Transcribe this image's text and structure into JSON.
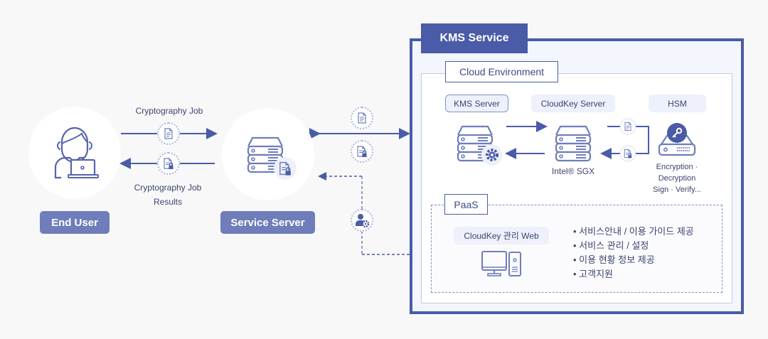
{
  "end_user": {
    "label": "End User",
    "icon": "user-laptop-icon"
  },
  "flow_left": {
    "request_label": "Cryptography Job",
    "response_label_line1": "Cryptography Job",
    "response_label_line2": "Results",
    "request_icon": "document-icon",
    "response_icon": "locked-document-icon"
  },
  "service_server": {
    "label": "Service Server",
    "icon": "server-locked-document-icon"
  },
  "flow_mid": {
    "top_icon": "document-icon",
    "bottom_icon": "locked-document-icon",
    "admin_icon": "user-gear-icon"
  },
  "kms_service": {
    "title": "KMS Service",
    "cloud_environment": {
      "title": "Cloud Environment",
      "kms_server": {
        "label": "KMS Server",
        "icon": "server-gear-icon"
      },
      "cloudkey_server": {
        "label": "CloudKey Server",
        "icon": "server-icon",
        "caption": "Intel® SGX"
      },
      "hsm": {
        "label": "HSM",
        "icon": "hsm-key-icon",
        "caption_lines": [
          "Encryption ·",
          "Decryption",
          "Sign · Verify..."
        ]
      },
      "hsm_link_icons": [
        "document-icon",
        "locked-document-icon"
      ]
    },
    "paas": {
      "title": "PaaS",
      "web": {
        "label": "CloudKey 관리 Web",
        "icon": "desktop-computer-icon"
      },
      "features": [
        "서비스안내 / 이용 가이드 제공",
        "서비스 관리 / 설정",
        "이용 현황 정보 제공",
        "고객지원"
      ]
    }
  },
  "colors": {
    "primary": "#4a5ba8",
    "pill": "#6f7eba",
    "background": "#f8f8f8",
    "kms_fill": "#f3f6fd",
    "dotted": "#a9b3dc"
  }
}
